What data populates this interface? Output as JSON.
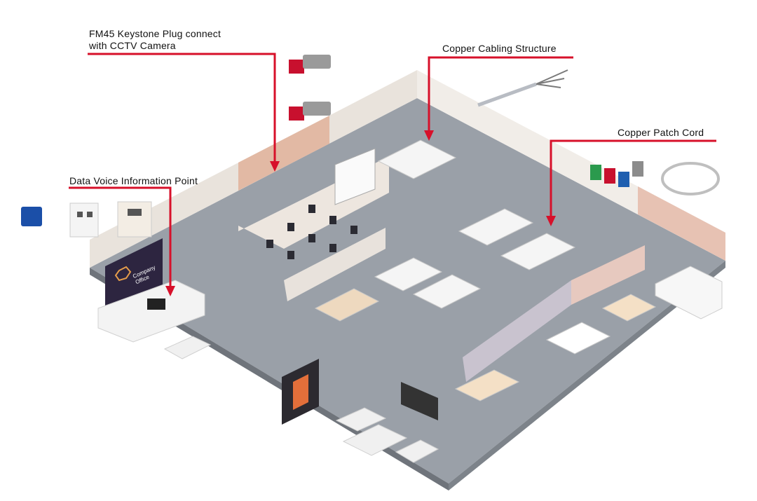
{
  "callouts": {
    "fm45": {
      "line1": "FM45 Keystone Plug connect",
      "line2": "with CCTV Camera"
    },
    "copper_cabling": "Copper Cabling Structure",
    "patch_cord": "Copper Patch Cord",
    "data_voice": "Data Voice Information Point"
  },
  "sign_text": "Company Office",
  "colors": {
    "callout_line": "#d7102a",
    "floor": "#8f949c",
    "wall": "#e9e3dc",
    "wall_accent": "#e2b9a4"
  }
}
